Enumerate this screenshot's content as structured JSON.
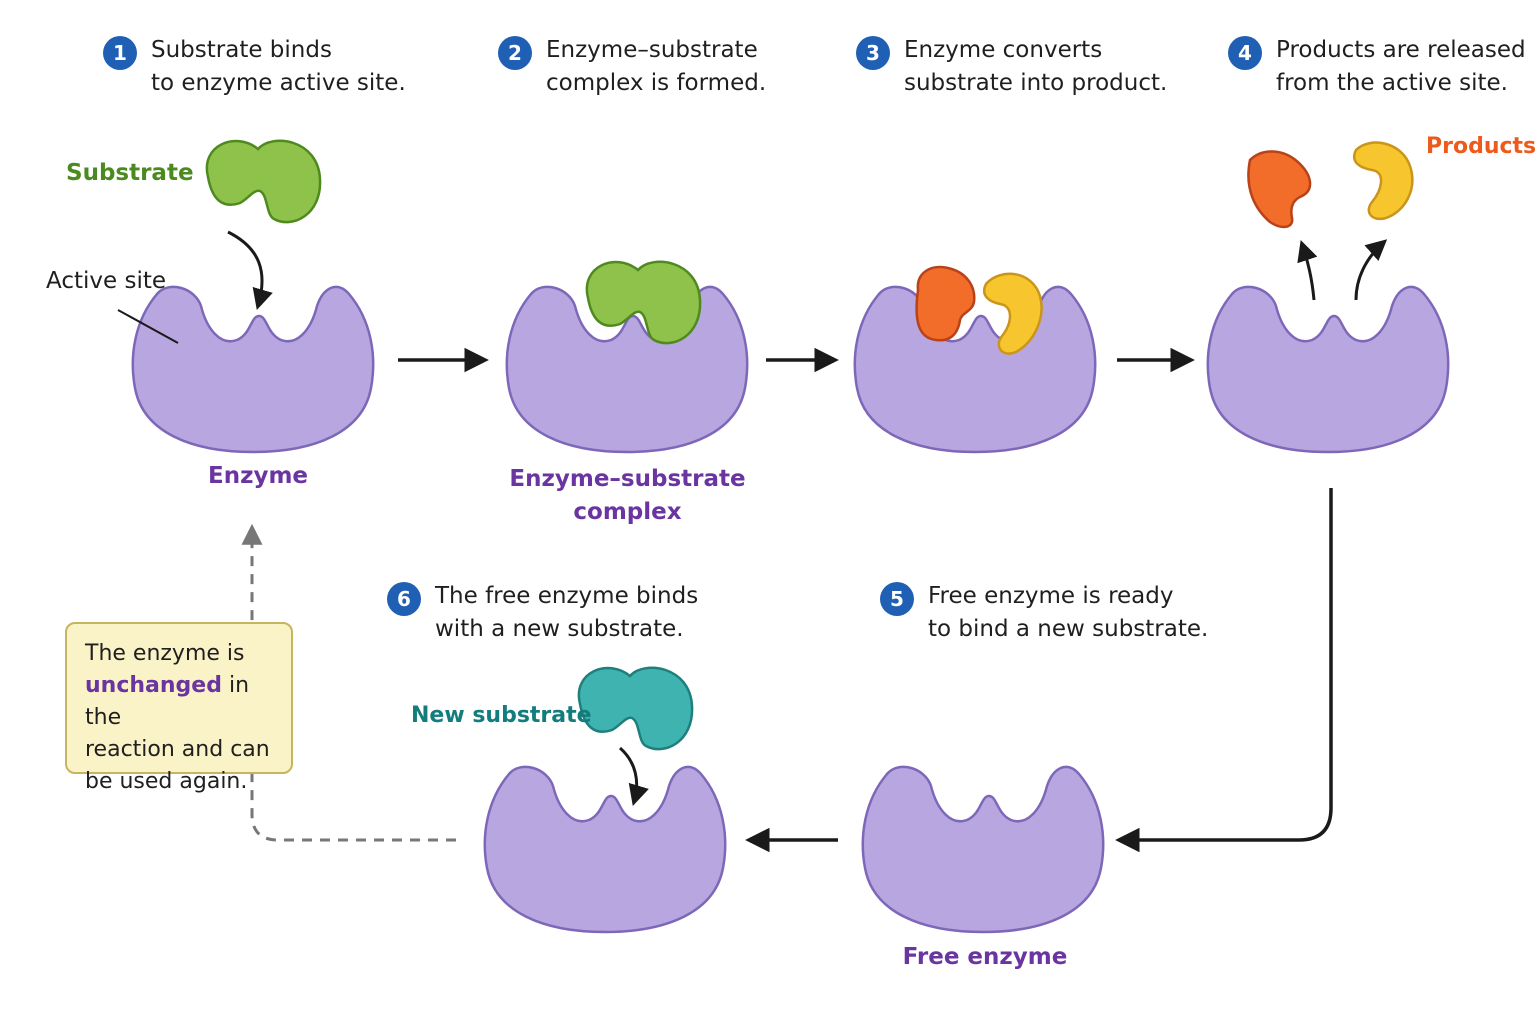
{
  "steps": [
    {
      "num": "1",
      "line1": "Substrate binds",
      "line2": "to enzyme active site."
    },
    {
      "num": "2",
      "line1": "Enzyme–substrate",
      "line2": "complex is formed."
    },
    {
      "num": "3",
      "line1": "Enzyme converts",
      "line2": "substrate into product."
    },
    {
      "num": "4",
      "line1": "Products are released",
      "line2": "from the active site."
    },
    {
      "num": "5",
      "line1": "Free enzyme is ready",
      "line2": "to bind a new substrate."
    },
    {
      "num": "6",
      "line1": "The free enzyme binds",
      "line2": "with a new substrate."
    }
  ],
  "labels": {
    "substrate": "Substrate",
    "active_site": "Active site",
    "enzyme": "Enzyme",
    "complex_line1": "Enzyme–substrate",
    "complex_line2": "complex",
    "products": "Products",
    "new_substrate": "New substrate",
    "free_enzyme": "Free enzyme"
  },
  "note": {
    "part1": "The enzyme is",
    "highlight": "unchanged",
    "part2": "in the",
    "part3": "reaction and can",
    "part4": "be used again."
  },
  "colors": {
    "enzyme_fill": "#b7a6e0",
    "enzyme_stroke": "#7d67b8",
    "substrate": "#8fc24a",
    "product_orange": "#f26c2a",
    "product_yellow": "#f7c52e",
    "new_substrate": "#3fb3b0",
    "step_badge": "#1f5fb4",
    "label_purple": "#6a35a0",
    "label_green": "#4b8a1f",
    "label_orange": "#ee5a1c",
    "label_teal": "#137d7d"
  }
}
